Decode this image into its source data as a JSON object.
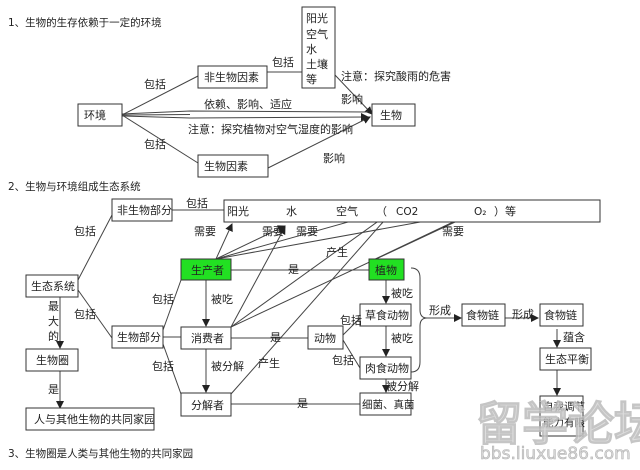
{
  "headings": {
    "h1": "1、生物的生存依赖于一定的环境",
    "h2": "2、生物与环境组成生态系统",
    "h3": "3、生物圈是人类与其他生物的共同家园"
  },
  "section1": {
    "nodes": {
      "environment": "环境",
      "abiotic_factors": "非生物因素",
      "biotic_factors": "生物因素",
      "organism": "生物",
      "abiotic_list": [
        "阳光",
        "空气",
        "水",
        "土壤",
        "等"
      ]
    },
    "labels": {
      "includes_top": "包括",
      "includes_bottom": "包括",
      "includes_right": "包括",
      "relation": "依赖、影响、适应",
      "note_humidity": "注意：探究植物对空气湿度的影响",
      "note_acid_rain": "注意：探究酸雨的危害",
      "influence_top": "影响",
      "influence_bottom": "影响"
    }
  },
  "section2": {
    "nodes": {
      "ecosystem": "生态系统",
      "abiotic_part": "非生物部分",
      "biotic_part": "生物部分",
      "biosphere": "生物圈",
      "common_home": "人与其他生物的共同家园",
      "producer": "生产者",
      "consumer": "消费者",
      "decomposer": "分解者",
      "plant": "植物",
      "animal": "动物",
      "herbivore": "草食动物",
      "carnivore": "肉食动物",
      "bacteria_fungi": "细菌、真菌",
      "food_chain_1": "食物链",
      "food_chain_2": "食物链",
      "eco_balance": "生态平衡",
      "self_regulation": [
        "自我调节",
        "能力有限"
      ]
    },
    "abiotic_bar": {
      "sunlight": "阳光",
      "water": "水",
      "air": "空气",
      "paren_open": "（",
      "co2": "CO2",
      "o2": "O₂",
      "paren_close_etc": "）等"
    },
    "labels": {
      "includes_abiotic": "包括",
      "includes_biotic": "包括",
      "includes_bar": "包括",
      "largest": [
        "最",
        "大",
        "的"
      ],
      "is_home": "是",
      "need_1": "需要",
      "need_2": "需要",
      "need_3": "需要",
      "need_4": "需要",
      "produce_1": "产生",
      "produce_2": "产生",
      "includes_producer": "包括",
      "includes_decomposer": "包括",
      "eaten_1": "被吃",
      "decomposed_1": "被分解",
      "is_plant": "是",
      "is_animal": "是",
      "is_bacteria": "是",
      "eaten_2": "被吃",
      "eaten_3": "被吃",
      "includes_herb": "包括",
      "includes_carn": "包括",
      "decomposed_2": "被分解",
      "form_1": "形成",
      "form_2": "形成",
      "contain": "蕴含"
    }
  },
  "watermark": {
    "brand": "留学论坛",
    "url": "bbs.liuxue86.com"
  },
  "colors": {
    "highlight_green": "#22e022",
    "line": "#444444"
  }
}
